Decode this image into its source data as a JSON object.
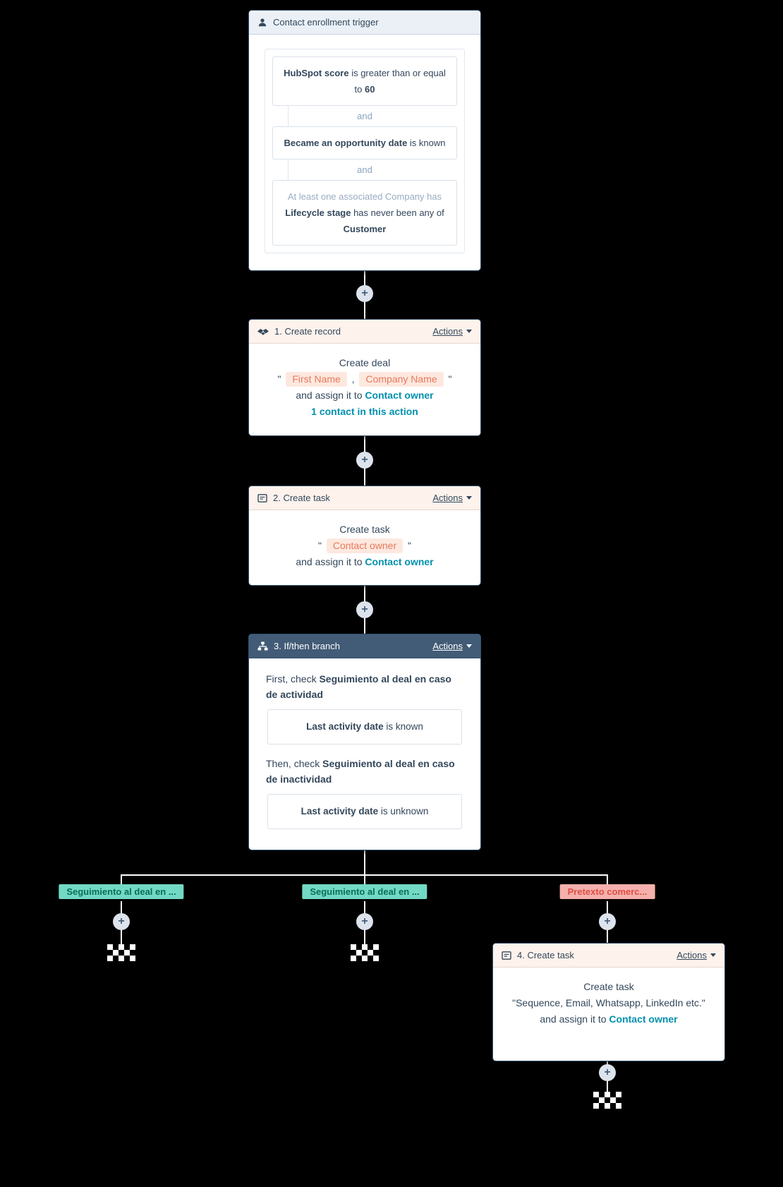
{
  "colors": {
    "background": "#000000",
    "connector": "#ffffff",
    "token_text": "#e8795b",
    "token_bg": "#fde8df",
    "link_blue": "#0091ae",
    "branch_header_bg": "#425b76",
    "teal_badge_bg": "#72d9c4",
    "teal_badge_text": "#0a6d59",
    "red_badge_bg": "#f5b0ac",
    "red_badge_text": "#dd4f45"
  },
  "plus": "+",
  "actions_label": "Actions",
  "trigger": {
    "title": "Contact enrollment trigger",
    "and": "and",
    "cond1": {
      "f1": "HubSpot score",
      "m": " is greater than or equal to ",
      "f2": "60"
    },
    "cond2": {
      "f1": "Became an opportunity date",
      "m": " is known"
    },
    "cond3": {
      "pre": "At least one associated Company has ",
      "f1": "Lifecycle stage",
      "m": " has never been any of ",
      "f2": "Customer"
    }
  },
  "card1": {
    "title": "1. Create record",
    "line1": "Create deal",
    "open_quote": "\"",
    "token1": "First Name",
    "comma": ",",
    "token2": "Company Name",
    "close_quote": "\"",
    "assign_text": "and assign it to ",
    "assign_link": "Contact owner",
    "meta_link": "1 contact in this action"
  },
  "card2": {
    "title": "2. Create task",
    "line1": "Create task",
    "open_quote": "\"",
    "token": "Contact owner",
    "close_quote": "\"",
    "assign_text": "and assign it to ",
    "assign_link": "Contact owner"
  },
  "card3": {
    "title": "3. If/then branch",
    "p1_pre": "First, check ",
    "p1_bold": "Seguimiento al deal en caso de actividad",
    "box1_bold": "Last activity date",
    "box1_rest": " is known",
    "p2_pre": "Then, check ",
    "p2_bold": "Seguimiento al deal en caso de inactividad",
    "box2_bold": "Last activity date",
    "box2_rest": " is unknown"
  },
  "branches": {
    "left": "Seguimiento al deal en ...",
    "middle": "Seguimiento al deal en ...",
    "right": "Pretexto comerc..."
  },
  "card4": {
    "title": "4. Create task",
    "line1": "Create task",
    "line2": "\"Sequence, Email, Whatsapp, LinkedIn etc.\"",
    "assign_text": "and assign it to ",
    "assign_link": "Contact owner"
  }
}
